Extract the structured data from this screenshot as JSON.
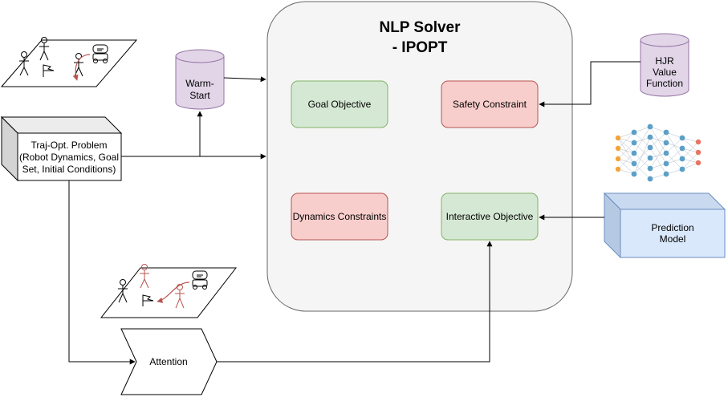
{
  "solver": {
    "title_line1": "NLP Solver",
    "title_line2": "- IPOPT"
  },
  "boxes": {
    "goal_objective": "Goal Objective",
    "safety_constraint": "Safety Constraint",
    "dynamics_constraints": "Dynamics Constraints",
    "interactive_objective": "Interactive Objective"
  },
  "warm_start": {
    "line1": "Warm-",
    "line2": "Start"
  },
  "hjr": {
    "line1": "HJR",
    "line2": "Value",
    "line3": "Function"
  },
  "traj_opt": {
    "line1": "Traj-Opt. Problem",
    "line2": "(Robot Dynamics, Goal",
    "line3": "Set, Initial Conditions)"
  },
  "prediction": {
    "line1": "Prediction",
    "line2": "Model"
  },
  "attention": "Attention",
  "colors": {
    "green_fill": "#d5e8d4",
    "green_stroke": "#82b366",
    "red_fill": "#f8cecc",
    "red_stroke": "#b85450",
    "purple_fill": "#e1d5e7",
    "purple_stroke": "#9673a6",
    "blue_fill": "#dae8fc",
    "blue_stroke": "#6c8ebf",
    "solver_fill": "#f5f5f5",
    "solver_stroke": "#666666",
    "highlight_red": "#b85450"
  },
  "icons": [
    "person-icon",
    "goal-flag-icon",
    "robot-icon",
    "neural-network-icon",
    "curved-arrow-icon"
  ]
}
